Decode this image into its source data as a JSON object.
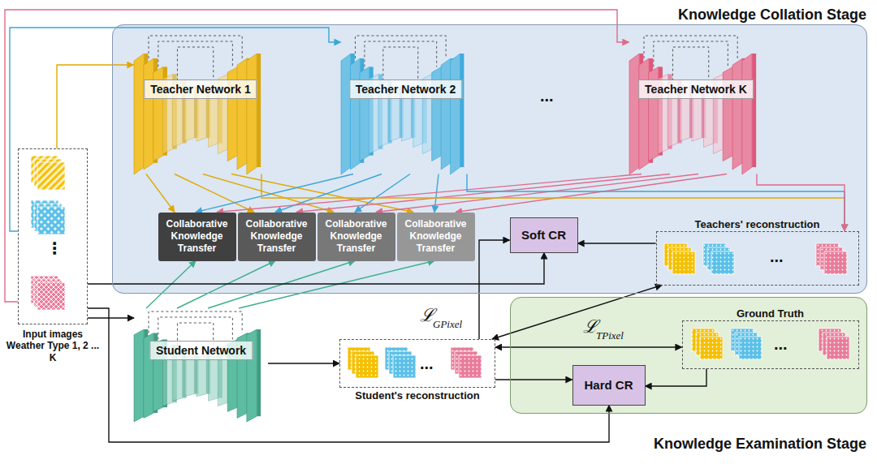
{
  "diagram": {
    "nodes": [
      {
        "text": [
          "Knowledge Collation Stage"
        ]
      },
      {
        "text": [
          "Teacher Network 1"
        ],
        "in": 0
      },
      {
        "text": [
          "Teacher Network 2"
        ],
        "in": 0
      },
      {
        "text": [
          "Teacher Network K"
        ],
        "in": 0
      },
      {
        "text": [
          "Collaborative Knowledge Transfer"
        ],
        "in": 0
      },
      {
        "text": [
          "Collaborative Knowledge Transfer"
        ],
        "in": 0
      },
      {
        "text": [
          "Collaborative Knowledge Transfer"
        ],
        "in": 0
      },
      {
        "text": [
          "Collaborative Knowledge Transfer"
        ],
        "in": 0
      },
      {
        "text": [
          "Soft CR"
        ],
        "in": 0
      },
      {
        "text": [
          "Teachers' reconstruction"
        ],
        "in": 0
      },
      {
        "text": [
          "Input images Weather Type 1, 2 ... K"
        ]
      },
      {
        "text": [
          "Student Network"
        ]
      },
      {
        "text": [
          "Student's reconstruction"
        ]
      },
      {
        "text": [
          "Knowledge Examination Stage"
        ]
      },
      {
        "text": [
          "Ground Truth"
        ],
        "in": 13
      },
      {
        "text": [
          "Hard CR"
        ],
        "in": 13
      }
    ],
    "edges": [
      {
        "from": 10,
        "to": 1,
        "arrow": "to"
      },
      {
        "from": 10,
        "to": 2,
        "arrow": "to"
      },
      {
        "from": 10,
        "to": 3,
        "arrow": "to"
      },
      {
        "from": 1,
        "to": 4,
        "arrow": "to"
      },
      {
        "from": 1,
        "to": 5,
        "arrow": "to"
      },
      {
        "from": 1,
        "to": 6,
        "arrow": "to"
      },
      {
        "from": 1,
        "to": 7,
        "arrow": "to"
      },
      {
        "from": 2,
        "to": 4,
        "arrow": "to"
      },
      {
        "from": 2,
        "to": 5,
        "arrow": "to"
      },
      {
        "from": 2,
        "to": 6,
        "arrow": "to"
      },
      {
        "from": 2,
        "to": 7,
        "arrow": "to"
      },
      {
        "from": 3,
        "to": 4,
        "arrow": "to"
      },
      {
        "from": 3,
        "to": 5,
        "arrow": "to"
      },
      {
        "from": 3,
        "to": 6,
        "arrow": "to"
      },
      {
        "from": 3,
        "to": 7,
        "arrow": "to"
      },
      {
        "from": 11,
        "to": 4,
        "arrow": "to"
      },
      {
        "from": 11,
        "to": 5,
        "arrow": "to"
      },
      {
        "from": 11,
        "to": 6,
        "arrow": "to"
      },
      {
        "from": 11,
        "to": 7,
        "arrow": "to"
      },
      {
        "from": 1,
        "to": 9,
        "arrow": "to"
      },
      {
        "from": 2,
        "to": 9,
        "arrow": "to"
      },
      {
        "from": 3,
        "to": 9,
        "arrow": "to"
      },
      {
        "from": 9,
        "to": 8,
        "arrow": "to"
      },
      {
        "from": 12,
        "to": 8,
        "arrow": "to"
      },
      {
        "from": 10,
        "to": 8,
        "arrow": "to"
      },
      {
        "from": 10,
        "to": 11,
        "arrow": "to"
      },
      {
        "from": 11,
        "to": 12,
        "arrow": "to"
      },
      {
        "from": 12,
        "to": 9,
        "arrow": "both"
      },
      {
        "from": 12,
        "to": 14,
        "arrow": "both"
      },
      {
        "from": 12,
        "to": 15,
        "arrow": "to"
      },
      {
        "from": 14,
        "to": 15,
        "arrow": "to"
      },
      {
        "from": 10,
        "to": 15,
        "arrow": "to"
      }
    ],
    "labels": [
      "...",
      "...",
      "...",
      "...",
      "⋮",
      "ℒ",
      "GPixel",
      "ℒ",
      "TPixel"
    ]
  }
}
